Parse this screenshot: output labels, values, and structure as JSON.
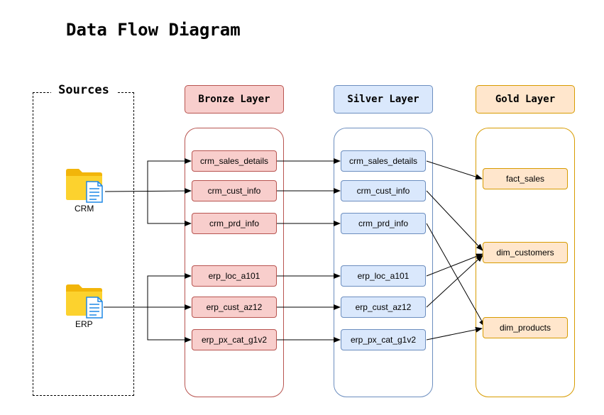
{
  "title": "Data Flow Diagram",
  "sources": {
    "title": "Sources",
    "items": [
      {
        "label": "CRM",
        "icon": "folder-document-icon"
      },
      {
        "label": "ERP",
        "icon": "folder-document-icon"
      }
    ]
  },
  "layers": {
    "bronze": {
      "title": "Bronze Layer",
      "tables": [
        "crm_sales_details",
        "crm_cust_info",
        "crm_prd_info",
        "erp_loc_a101",
        "erp_cust_az12",
        "erp_px_cat_g1v2"
      ]
    },
    "silver": {
      "title": "Silver Layer",
      "tables": [
        "crm_sales_details",
        "crm_cust_info",
        "crm_prd_info",
        "erp_loc_a101",
        "erp_cust_az12",
        "erp_px_cat_g1v2"
      ]
    },
    "gold": {
      "title": "Gold Layer",
      "tables": [
        "fact_sales",
        "dim_customers",
        "dim_products"
      ]
    }
  },
  "colors": {
    "bronze_fill": "#f8cecc",
    "bronze_stroke": "#b85450",
    "silver_fill": "#dae8fc",
    "silver_stroke": "#6c8ebf",
    "gold_fill": "#ffe6cc",
    "gold_stroke": "#d79b00",
    "folder": "#f9c20f",
    "document": "#1e88e5"
  }
}
